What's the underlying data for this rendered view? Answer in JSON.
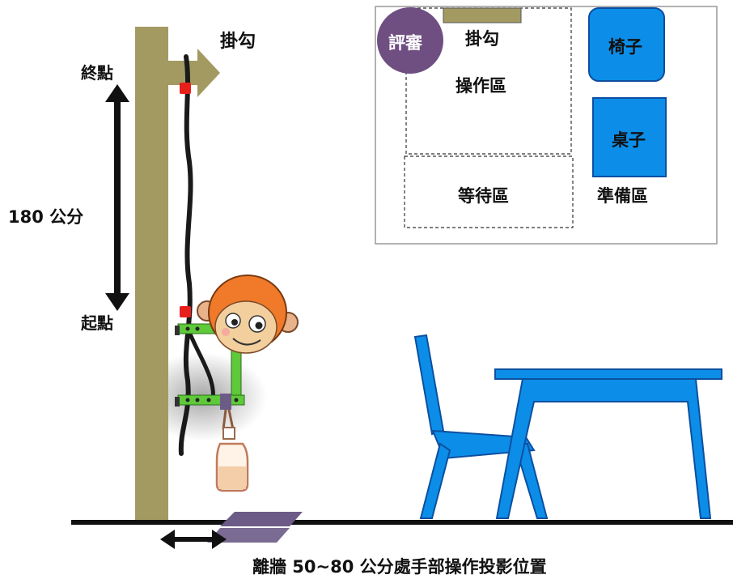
{
  "labels": {
    "hook": "掛勾",
    "end_point": "終點",
    "start_point": "起點",
    "distance": "180 公分",
    "bottom_note": "離牆 50~80 公分處手部操作投影位置"
  },
  "floorplan": {
    "judge": "評審",
    "hook": "掛勾",
    "operation_area": "操作區",
    "waiting_area": "等待區",
    "chair": "椅子",
    "table": "桌子",
    "prep_area": "準備區"
  },
  "colors": {
    "pole": "#a39a62",
    "rope": "#1a1a1a",
    "marker_red": "#e8201c",
    "furniture_blue": "#0c8ee8",
    "robot_green": "#5ec93a",
    "judge_purple": "#6f4f82",
    "projection_purple": "#6c5b86",
    "floor": "#111111"
  }
}
